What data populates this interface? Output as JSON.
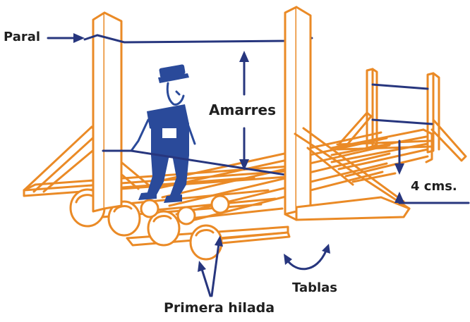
{
  "labels": {
    "paral": "Paral",
    "amarres": "Amarres",
    "cms": "4 cms.",
    "tablas": "Tablas",
    "primera_hilada": "Primera hilada"
  },
  "colors": {
    "wood": "#ea8a26",
    "ties_arrows": "#27367e",
    "worker": "#2a4a9a",
    "text": "#1f1f1f"
  }
}
